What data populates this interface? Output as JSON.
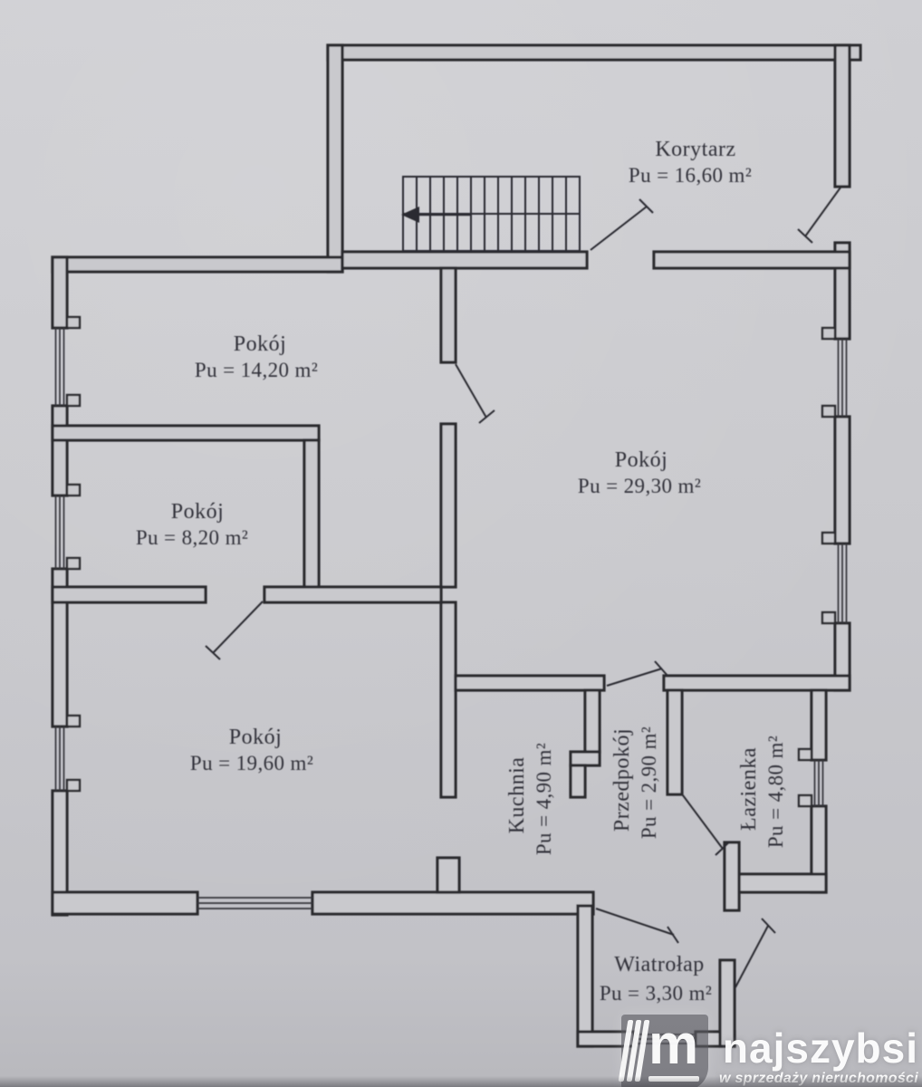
{
  "plan": {
    "rooms": [
      {
        "id": "korytarz",
        "name": "Korytarz",
        "area": "Pu = 16,60 m²",
        "orientation": "horizontal"
      },
      {
        "id": "pokoj-14",
        "name": "Pokój",
        "area": "Pu = 14,20 m²",
        "orientation": "horizontal"
      },
      {
        "id": "pokoj-8",
        "name": "Pokój",
        "area": "Pu = 8,20 m²",
        "orientation": "horizontal"
      },
      {
        "id": "pokoj-29",
        "name": "Pokój",
        "area": "Pu = 29,30 m²",
        "orientation": "horizontal"
      },
      {
        "id": "pokoj-19",
        "name": "Pokój",
        "area": "Pu = 19,60 m²",
        "orientation": "horizontal"
      },
      {
        "id": "kuchnia",
        "name": "Kuchnia",
        "area": "Pu = 4,90 m²",
        "orientation": "vertical"
      },
      {
        "id": "przedpokoj",
        "name": "Przedpokój",
        "area": "Pu = 2,90 m²",
        "orientation": "vertical"
      },
      {
        "id": "lazienka",
        "name": "Łazienka",
        "area": "Pu = 4,80 m²",
        "orientation": "vertical"
      },
      {
        "id": "wiatrolap",
        "name": "Wiatrołap",
        "area": "Pu = 3,30 m²",
        "orientation": "horizontal"
      }
    ],
    "stairs": {
      "arrow_direction": "left"
    }
  },
  "watermark": {
    "brand": "najszybsi",
    "tagline": "w sprzedaży nieruchomości",
    "icon_letter": "m"
  },
  "colors": {
    "paper": "#c9c9cd",
    "ink": "#2a2a2e",
    "label_text": "#33333a",
    "watermark": "#ffffff"
  }
}
